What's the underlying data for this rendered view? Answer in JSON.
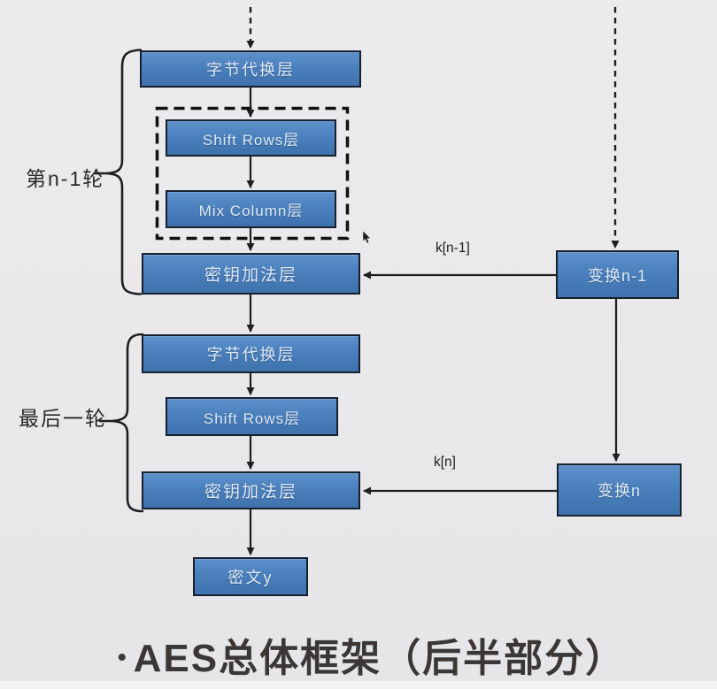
{
  "title": {
    "bullet": "•",
    "text": "AES总体框架（后半部分）"
  },
  "round_brackets": {
    "round_n_minus_1": {
      "label": "第n-1轮"
    },
    "last_round": {
      "label": "最后一轮"
    }
  },
  "nodes": {
    "byte_sub_round_n1": "字节代换层",
    "shift_rows_round_n1": "Shift Rows层",
    "mix_column_round_n1": "Mix Column层",
    "key_addition_round_n1": "密钥加法层",
    "key_transform_n1": "变换n-1",
    "byte_sub_last": "字节代换层",
    "shift_rows_last": "Shift Rows层",
    "key_addition_last": "密钥加法层",
    "key_transform_n": "变换n",
    "ciphertext": "密文y"
  },
  "edge_labels": {
    "key_n_minus_1": "k[n-1]",
    "key_n": "k[n]"
  },
  "colors": {
    "background": "#e9e8ea",
    "box_fill_top": "#5e92cc",
    "box_fill_bottom": "#3f72ad",
    "box_border": "#17202e",
    "box_text": "#dfe9f5",
    "line": "#1f1f1f",
    "title_text": "#3b3737"
  }
}
